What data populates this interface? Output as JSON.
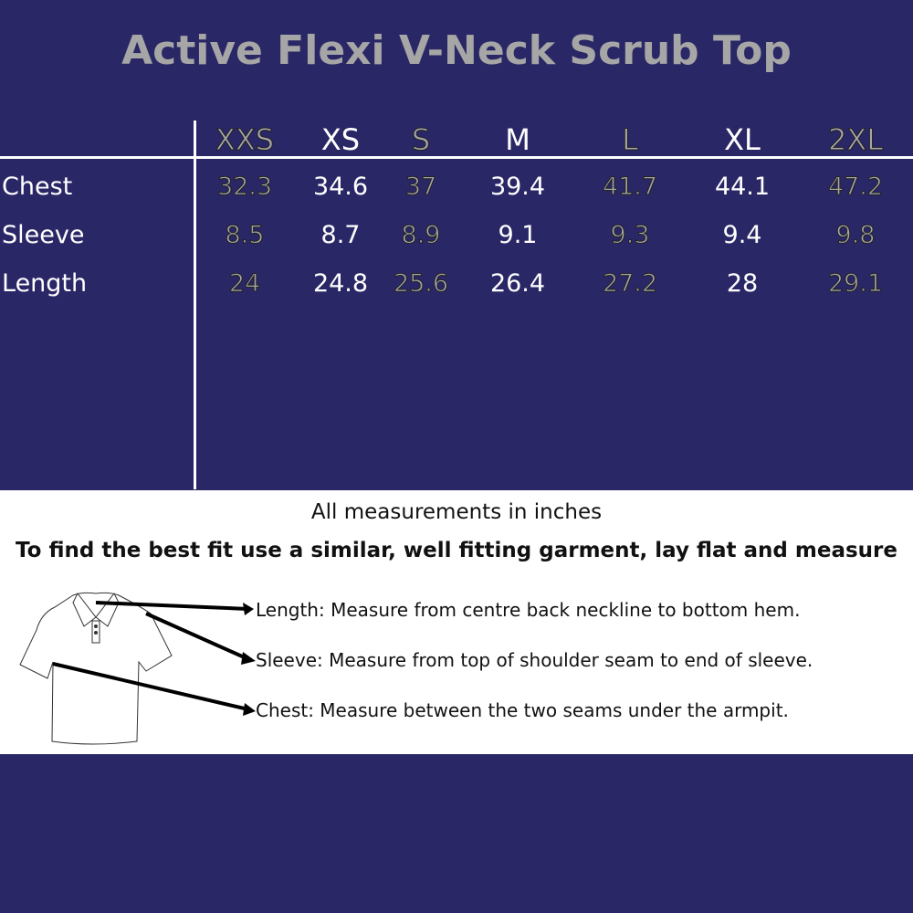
{
  "title": "Active Flexi V-Neck Scrub Top",
  "sizes": [
    "XXS",
    "XS",
    "S",
    "M",
    "L",
    "XL",
    "2XL"
  ],
  "rows": [
    {
      "label": "Chest",
      "values": [
        "32.3",
        "34.6",
        "37",
        "39.4",
        "41.7",
        "44.1",
        "47.2"
      ]
    },
    {
      "label": "Sleeve",
      "values": [
        "8.5",
        "8.7",
        "8.9",
        "9.1",
        "9.3",
        "9.4",
        "9.8"
      ]
    },
    {
      "label": "Length",
      "values": [
        "24",
        "24.8",
        "25.6",
        "26.4",
        "27.2",
        "28",
        "29.1"
      ]
    }
  ],
  "units_note": "All measurements in inches",
  "fit_note": "To find the best fit use a similar, well fitting garment, lay flat and measure",
  "instructions": [
    "Length: Measure from centre back neckline to bottom hem.",
    "Sleeve: Measure from top of shoulder seam to end of sleeve.",
    "Chest: Measure between the two seams under the armpit."
  ],
  "colors": {
    "background": "#2a2766",
    "gray_text": "#a6a6a6",
    "white": "#ffffff"
  }
}
